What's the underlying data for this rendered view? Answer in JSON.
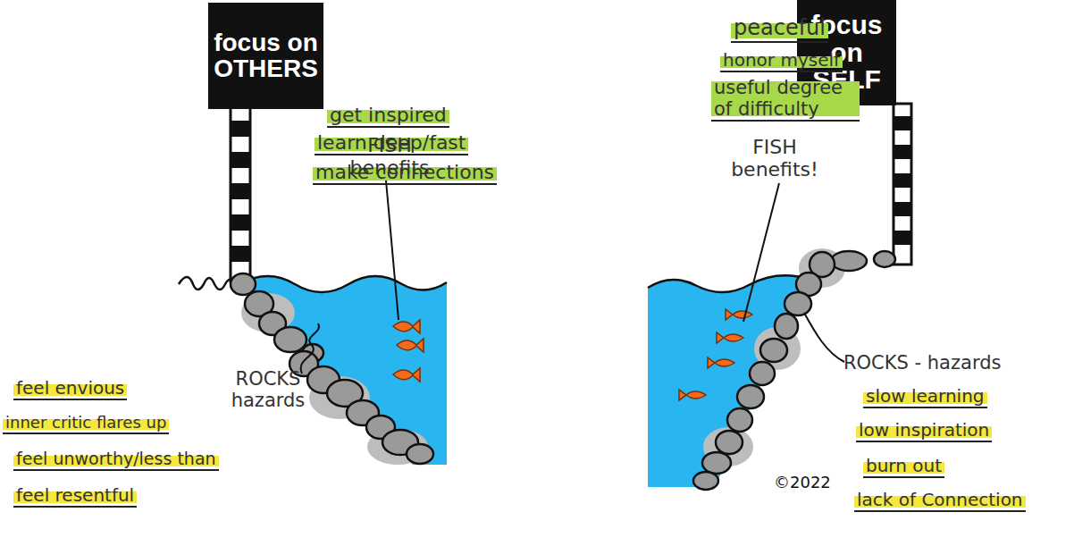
{
  "diagram": {
    "nodes": [
      {
        "text": [
          "focus on OTHERS"
        ]
      },
      {
        "text": [
          "focus on SELF"
        ]
      }
    ],
    "labels": [
      "get inspired",
      "learn deep/fast",
      "make connections",
      "FISH benefits",
      "ROCKS hazards",
      "feel envious",
      "inner critic flares up",
      "feel unworthy/less than",
      "feel resentful",
      "peaceful",
      "honor myself",
      "useful degree of difficulty",
      "FISH benefits!",
      "ROCKS - hazards",
      "slow learning",
      "low inspiration",
      "burn out",
      "lack of Connection",
      "©2022"
    ]
  }
}
